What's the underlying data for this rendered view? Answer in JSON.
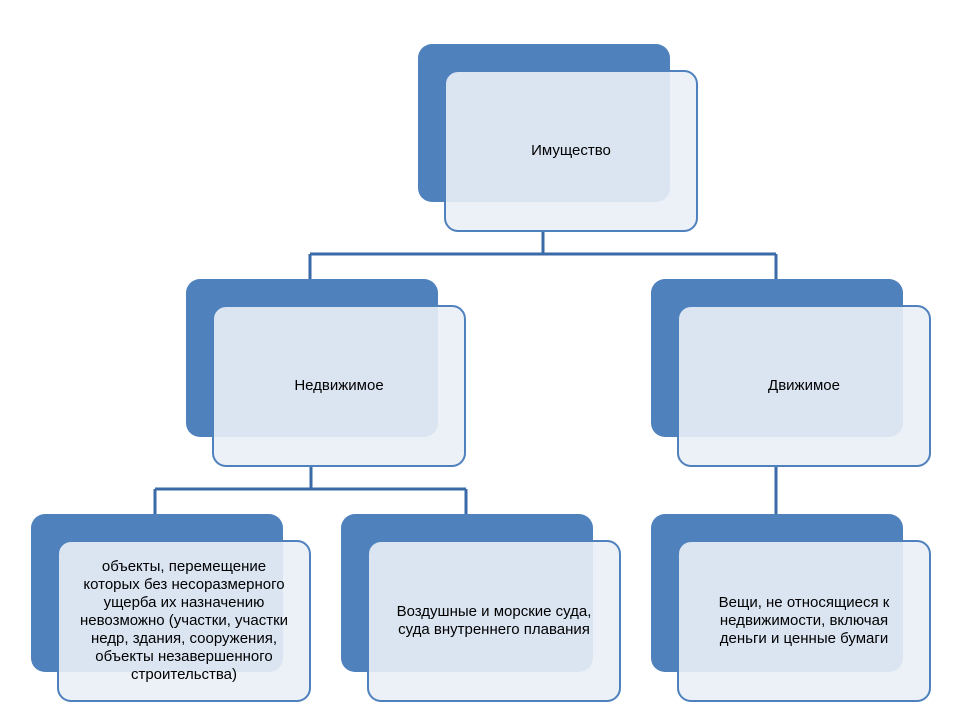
{
  "colors": {
    "accent": "#4f81bd",
    "connector": "#3a6aa8",
    "card_fill": "#eaeff7",
    "text": "#000000"
  },
  "diagram": {
    "root": {
      "label": "Имущество"
    },
    "immovable": {
      "label": "Недвижимое"
    },
    "movable": {
      "label": "Движимое"
    },
    "immovable_objects": {
      "lines": [
        "объекты, перемещение",
        "которых без несоразмерного",
        "ущерба их назначению",
        "невозможно (участки, участки",
        "недр, здания, сооружения,",
        "объекты незавершенного",
        "строительства)"
      ]
    },
    "vessels": {
      "lines": [
        "Воздушные и морские суда,",
        "суда внутреннего плавания"
      ]
    },
    "other_things": {
      "lines": [
        "Вещи, не относящиеся к",
        "недвижимости, включая",
        "деньги и ценные бумаги"
      ]
    }
  }
}
